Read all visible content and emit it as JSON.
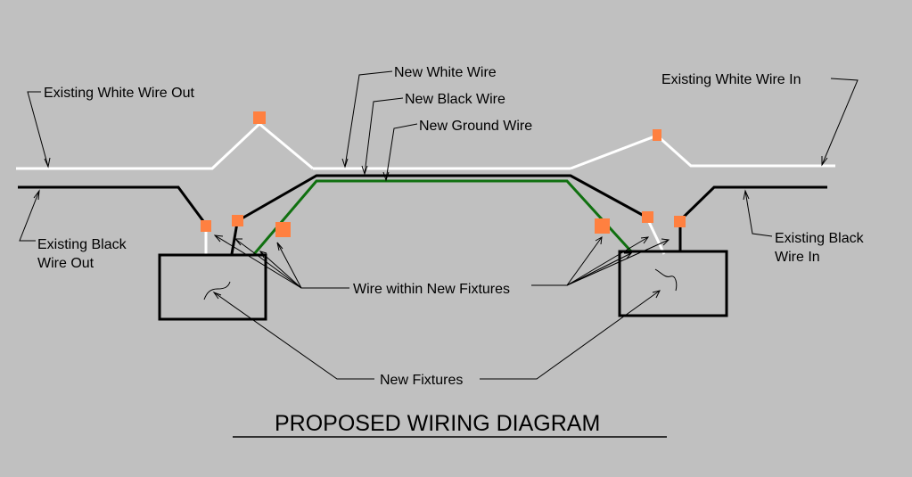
{
  "labels": {
    "existing_white_out": "Existing White Wire Out",
    "new_white": "New White Wire",
    "new_black": "New Black Wire",
    "new_ground": "New Ground Wire",
    "existing_white_in": "Existing White Wire In",
    "existing_black_out_line1": "Existing Black",
    "existing_black_out_line2": "Wire Out",
    "existing_black_in_line1": "Existing Black",
    "existing_black_in_line2": "Wire In",
    "wire_within_fixtures": "Wire within New Fixtures",
    "new_fixtures": "New Fixtures"
  },
  "title": "PROPOSED WIRING DIAGRAM",
  "colors": {
    "background": "#c0c0c0",
    "white_wire": "#ffffff",
    "black_wire": "#000000",
    "ground_wire": "#107010",
    "connector": "#ff8040",
    "fixture_outline": "#000000"
  }
}
